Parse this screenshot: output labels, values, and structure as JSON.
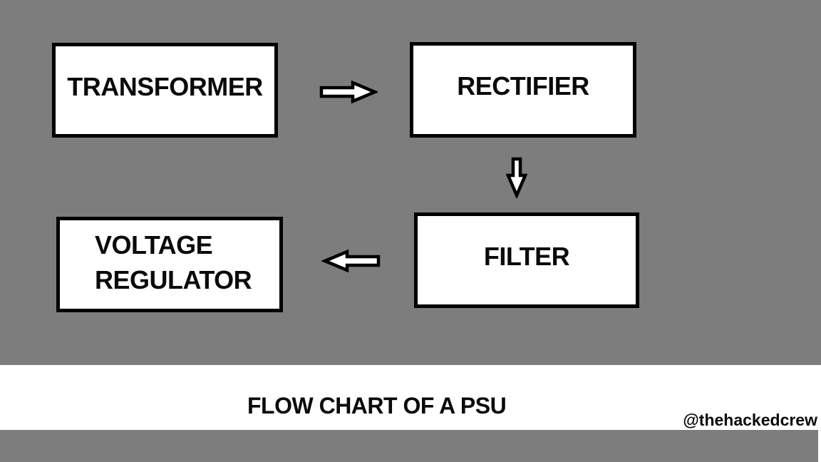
{
  "colors": {
    "background": "#7d7d7d",
    "box_fill": "#ffffff",
    "outline": "#000000",
    "banner_fill": "#ffffff",
    "text": "#0a0a0a"
  },
  "flowchart": {
    "nodes": [
      {
        "id": "transformer",
        "label": "TRANSFORMER"
      },
      {
        "id": "rectifier",
        "label": "RECTIFIER"
      },
      {
        "id": "filter",
        "label": "FILTER"
      },
      {
        "id": "voltage-regulator",
        "label": "VOLTAGE REGULATOR",
        "line1": "VOLTAGE",
        "line2": "REGULATOR"
      }
    ],
    "edges": [
      {
        "from": "transformer",
        "to": "rectifier",
        "direction": "right"
      },
      {
        "from": "rectifier",
        "to": "filter",
        "direction": "down"
      },
      {
        "from": "filter",
        "to": "voltage-regulator",
        "direction": "left"
      }
    ]
  },
  "banner": {
    "title": "FLOW CHART OF A PSU",
    "credit": "@thehackedcrew"
  }
}
